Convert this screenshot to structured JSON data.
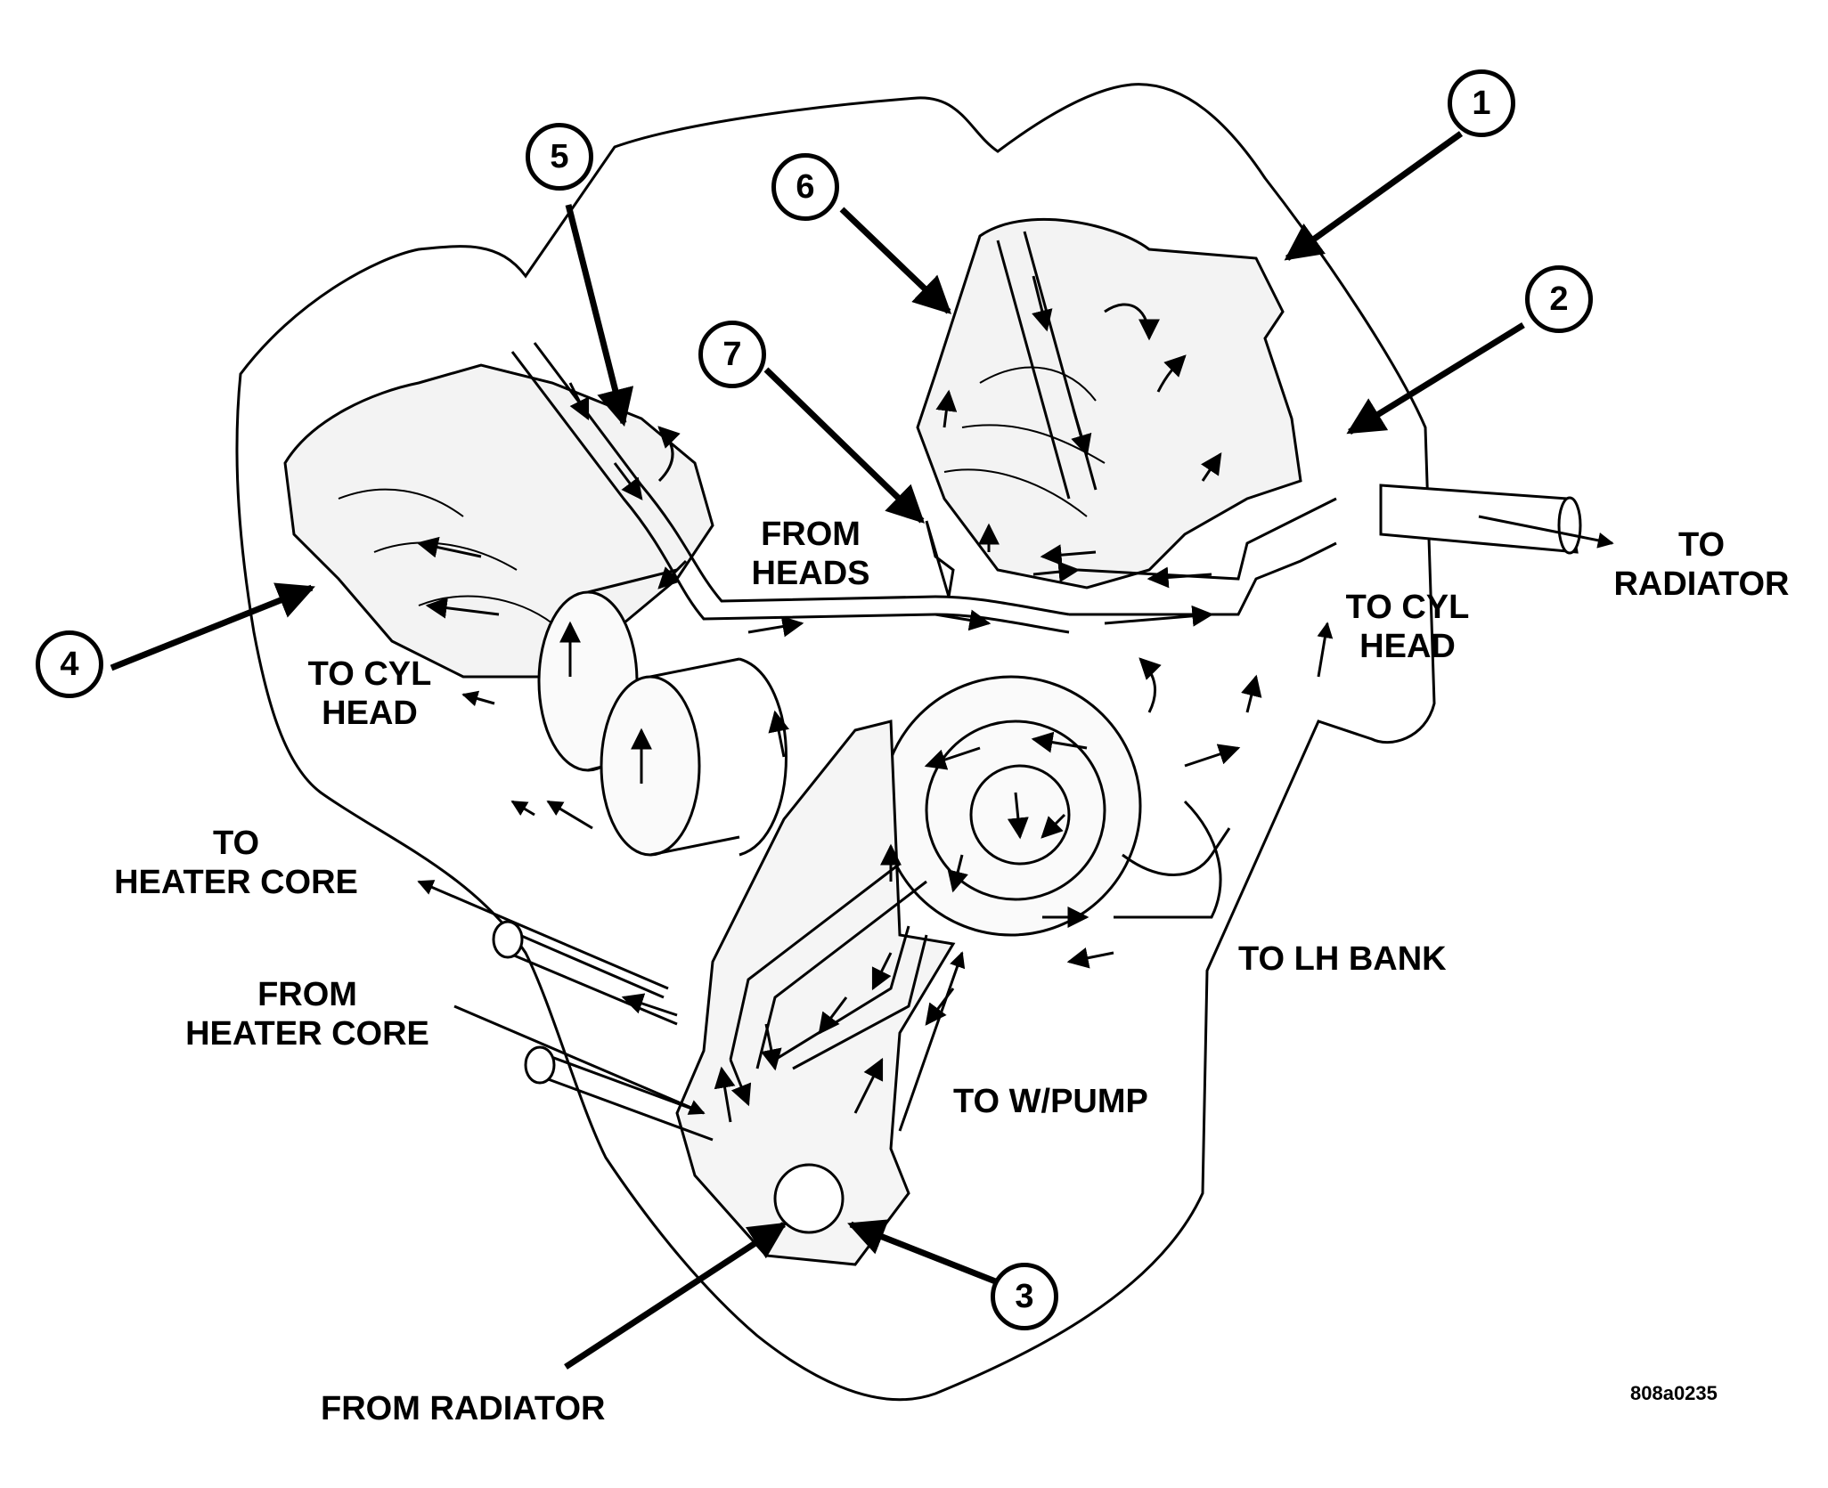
{
  "labels": {
    "from_heads": [
      "FROM",
      "HEADS"
    ],
    "to_radiator": [
      "TO",
      "RADIATOR"
    ],
    "to_cyl_head_right": [
      "TO CYL",
      "HEAD"
    ],
    "to_cyl_head_left": [
      "TO CYL",
      "HEAD"
    ],
    "to_heater_core": [
      "TO",
      "HEATER CORE"
    ],
    "from_heater_core": [
      "FROM",
      "HEATER CORE"
    ],
    "to_lh_bank": "TO LH BANK",
    "to_w_pump": "TO W/PUMP",
    "from_radiator": "FROM RADIATOR",
    "figure_code": "808a0235"
  },
  "callouts": [
    "1",
    "2",
    "3",
    "4",
    "5",
    "6",
    "7"
  ]
}
